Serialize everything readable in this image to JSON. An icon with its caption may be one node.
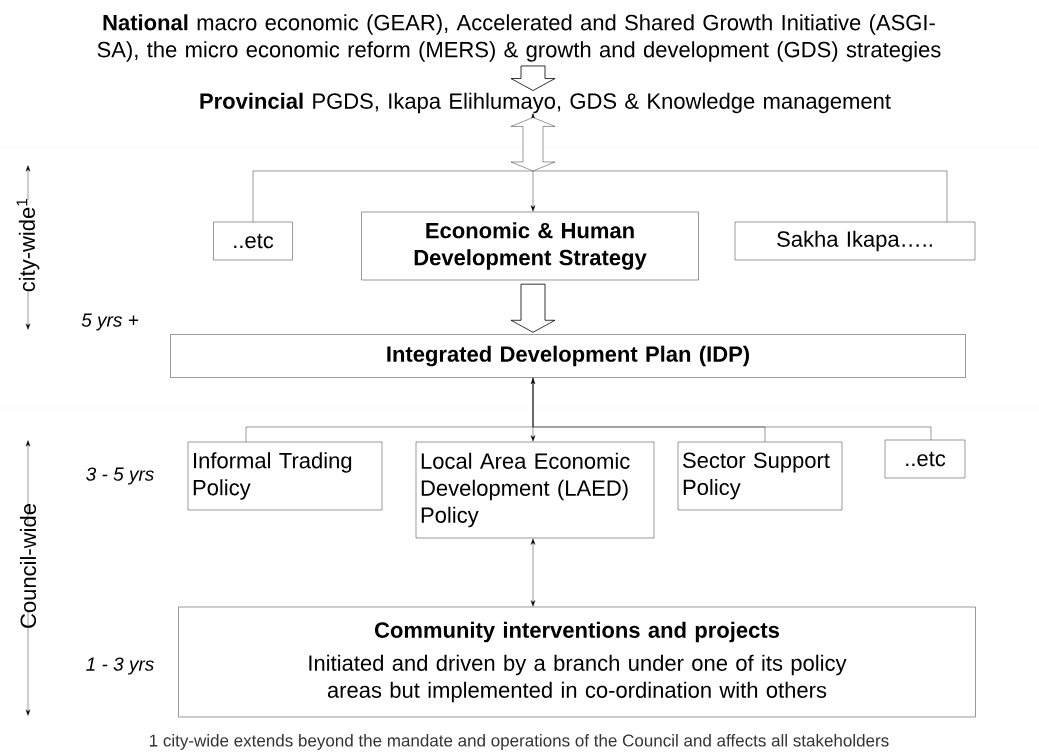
{
  "diagram": {
    "nodes": [
      {
        "text": [
          "**National** macro economic (GEAR), Accelerated and Shared Growth Initiative (ASGI-SA), the micro economic reform (MERS) & growth and development (GDS) strategies"
        ]
      },
      {
        "text": [
          "**Provincial** PGDS, Ikapa Elihlumayo, GDS & Knowledge management"
        ]
      },
      {
        "text": [
          "..etc"
        ]
      },
      {
        "text": [
          "Economic & Human Development Strategy"
        ]
      },
      {
        "text": [
          "Sakha Ikapa….."
        ]
      },
      {
        "text": [
          "Integrated Development Plan (IDP)"
        ]
      },
      {
        "text": [
          "Informal Trading Policy"
        ]
      },
      {
        "text": [
          "Local Area Economic Development (LAED) Policy"
        ]
      },
      {
        "text": [
          "Sector Support Policy"
        ]
      },
      {
        "text": [
          "..etc"
        ]
      },
      {
        "text": [
          "Community interventions and projects",
          "Initiated and driven by a branch under one of its policy areas but implemented in co-ordination with others"
        ]
      }
    ],
    "edges": [
      {
        "from": 0,
        "to": 1,
        "arrow": "to",
        "style": "thick"
      },
      {
        "from": 1,
        "to": 2,
        "arrow": "none"
      },
      {
        "from": 1,
        "to": 3,
        "arrow": "both"
      },
      {
        "from": 1,
        "to": 4,
        "arrow": "none"
      },
      {
        "from": 3,
        "to": 5,
        "arrow": "to",
        "style": "thick"
      },
      {
        "from": 5,
        "to": 6,
        "arrow": "none"
      },
      {
        "from": 5,
        "to": 7,
        "arrow": "both"
      },
      {
        "from": 5,
        "to": 8,
        "arrow": "none"
      },
      {
        "from": 5,
        "to": 9,
        "arrow": "none"
      },
      {
        "from": 7,
        "to": 10,
        "arrow": "both"
      }
    ],
    "labels": [
      "city-wide$^{1}$",
      "5 yrs +",
      "Council-wide",
      "3 - 5 yrs",
      "1 - 3 yrs",
      "1 city-wide extends beyond the mandate and operations of the Council and affects all stakeholders"
    ]
  }
}
